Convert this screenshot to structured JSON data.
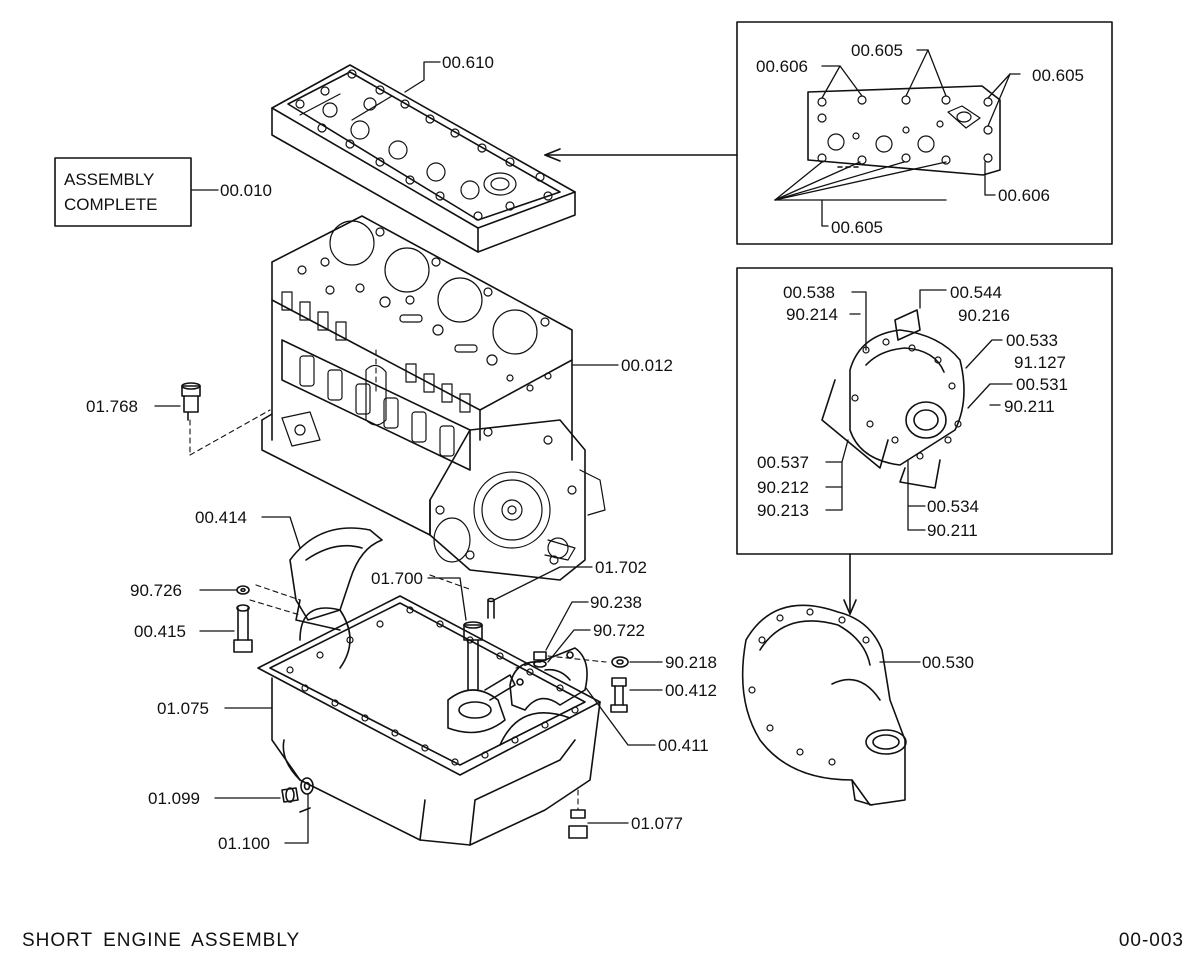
{
  "diagram": {
    "title": "SHORT ENGINE ASSEMBLY",
    "page_code": "00-003",
    "assembly_box": {
      "line1": "ASSEMBLY",
      "line2": "COMPLETE"
    },
    "labels": {
      "l_00_610": "00.610",
      "l_00_010": "00.010",
      "l_00_012": "00.012",
      "l_01_768": "01.768",
      "l_00_414": "00.414",
      "l_90_726": "90.726",
      "l_00_415": "00.415",
      "l_01_075": "01.075",
      "l_01_700": "01.700",
      "l_01_702": "01.702",
      "l_90_238": "90.238",
      "l_90_722": "90.722",
      "l_90_218": "90.218",
      "l_00_412": "00.412",
      "l_00_411": "00.411",
      "l_01_099": "01.099",
      "l_01_100": "01.100",
      "l_01_077": "01.077",
      "l_00_530": "00.530",
      "g_00_606_a": "00.606",
      "g_00_605_a": "00.605",
      "g_00_605_b": "00.605",
      "g_00_606_b": "00.606",
      "g_00_605_c": "00.605",
      "t_00_538": "00.538",
      "t_90_214": "90.214",
      "t_00_544": "00.544",
      "t_90_216": "90.216",
      "t_00_533": "00.533",
      "t_91_127": "91.127",
      "t_00_531": "00.531",
      "t_90_211_a": "90.211",
      "t_00_537": "00.537",
      "t_90_212": "90.212",
      "t_90_213": "90.213",
      "t_00_534": "00.534",
      "t_90_211_b": "90.211"
    }
  }
}
